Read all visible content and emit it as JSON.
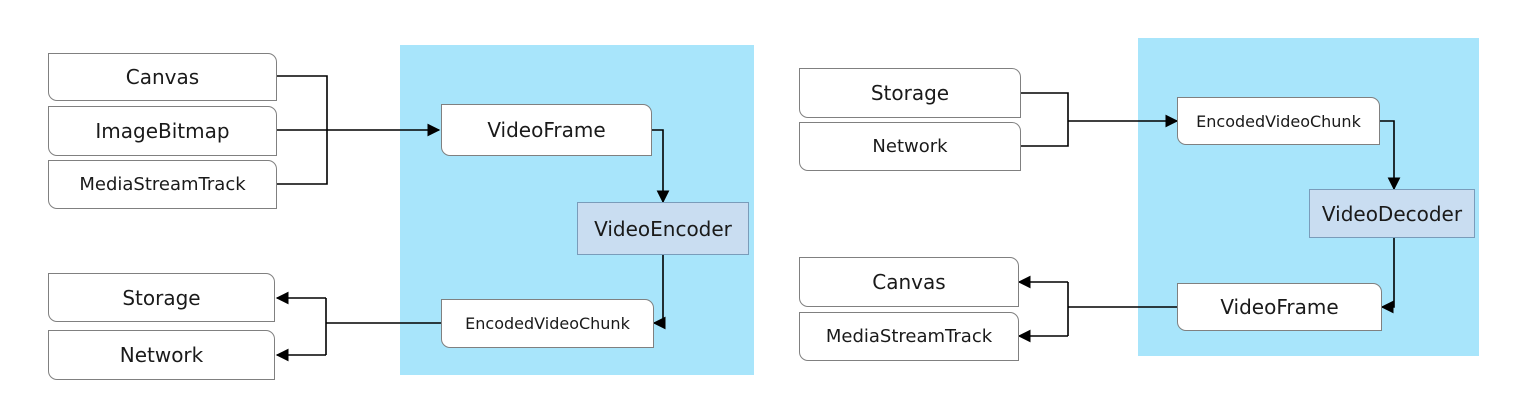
{
  "encoder_diagram": {
    "inputs": [
      "Canvas",
      "ImageBitmap",
      "MediaStreamTrack"
    ],
    "frame": "VideoFrame",
    "codec": "VideoEncoder",
    "chunk": "EncodedVideoChunk",
    "outputs": [
      "Storage",
      "Network"
    ]
  },
  "decoder_diagram": {
    "inputs": [
      "Storage",
      "Network"
    ],
    "chunk": "EncodedVideoChunk",
    "codec": "VideoDecoder",
    "frame": "VideoFrame",
    "outputs": [
      "Canvas",
      "MediaStreamTrack"
    ]
  },
  "colors": {
    "panel": "#a8e5fb",
    "codec_box": "#c9ddf1",
    "box_border": "#808080",
    "line": "#000000"
  }
}
